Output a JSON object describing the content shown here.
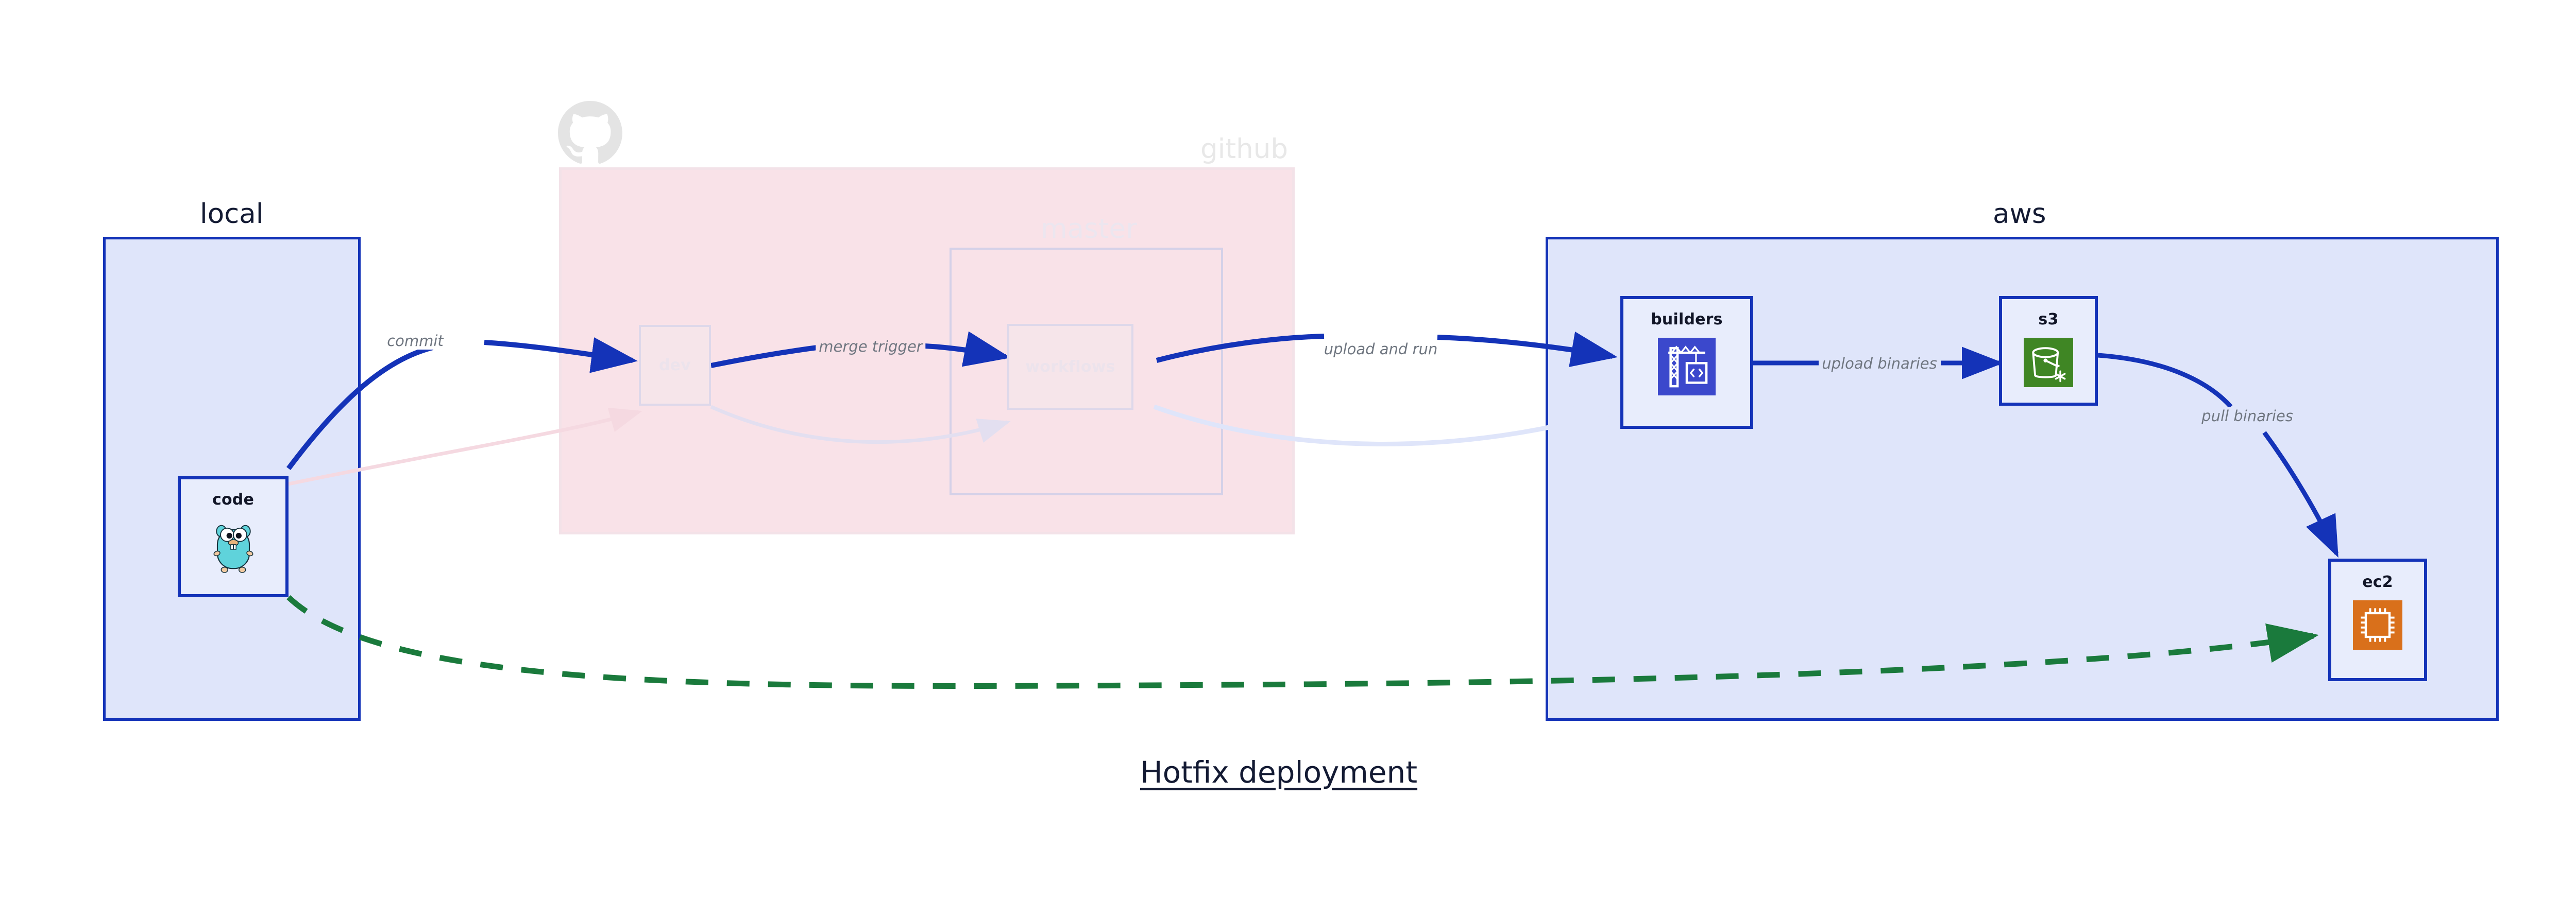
{
  "diagram": {
    "title": "Hotfix deployment",
    "background": "#ffffff",
    "accent_blue": "#1433b8",
    "cluster_blue_fill": "#dfe5fa",
    "cluster_pink_fill": "#f9e2e8",
    "node_fill": "#e8edfc",
    "edge_label_color": "#6f7680",
    "dashed_edge_color": "#1a7a3c"
  },
  "clusters": [
    {
      "id": "local",
      "label": "local",
      "style": "active-blue",
      "logo": null
    },
    {
      "id": "github",
      "label": "github",
      "style": "faded-pink",
      "logo": "github-octocat-icon"
    },
    {
      "id": "master",
      "label": "master",
      "style": "faded-outline"
    },
    {
      "id": "aws",
      "label": "aws",
      "style": "active-blue",
      "logo": null
    }
  ],
  "nodes": [
    {
      "id": "code",
      "label": "code",
      "icon": "go-gopher-icon",
      "cluster": "local",
      "state": "active"
    },
    {
      "id": "dev",
      "label": "dev",
      "icon": null,
      "cluster": "github",
      "state": "faded"
    },
    {
      "id": "workflows",
      "label": "workflows",
      "icon": null,
      "cluster": "master",
      "state": "faded"
    },
    {
      "id": "builders",
      "label": "builders",
      "icon": "aws-codebuild-icon",
      "cluster": "aws",
      "state": "active"
    },
    {
      "id": "s3",
      "label": "s3",
      "icon": "aws-s3-glacier-icon",
      "cluster": "aws",
      "state": "active"
    },
    {
      "id": "ec2",
      "label": "ec2",
      "icon": "aws-ec2-chip-icon",
      "cluster": "aws",
      "state": "active"
    }
  ],
  "edges": [
    {
      "id": "commit",
      "label": "commit",
      "from": "code",
      "to": "dev",
      "style": "solid",
      "color": "#1433b8",
      "state": "active"
    },
    {
      "id": "merge-trigger",
      "label": "merge trigger",
      "from": "dev",
      "to": "workflows",
      "style": "solid",
      "color": "#1433b8",
      "state": "active"
    },
    {
      "id": "upload-and-run",
      "label": "upload and run",
      "from": "workflows",
      "to": "builders",
      "style": "solid",
      "color": "#1433b8",
      "state": "active"
    },
    {
      "id": "upload-binaries",
      "label": "upload binaries",
      "from": "builders",
      "to": "s3",
      "style": "solid",
      "color": "#1433b8",
      "state": "active"
    },
    {
      "id": "pull-binaries",
      "label": "pull binaries",
      "from": "s3",
      "to": "ec2",
      "style": "solid",
      "color": "#1433b8",
      "state": "active"
    },
    {
      "id": "hotfix-direct",
      "label": "",
      "from": "code",
      "to": "ec2",
      "style": "dashed",
      "color": "#1a7a3c",
      "state": "active"
    },
    {
      "id": "ghost-code-dev",
      "label": "",
      "from": "code",
      "to": "dev",
      "style": "solid",
      "color": "#f5d9e1",
      "state": "faded"
    },
    {
      "id": "ghost-dev-wf",
      "label": "",
      "from": "dev",
      "to": "workflows",
      "style": "solid",
      "color": "#e3dff0",
      "state": "faded"
    },
    {
      "id": "ghost-wf-build",
      "label": "",
      "from": "workflows",
      "to": "builders",
      "style": "solid",
      "color": "#e2e7f8",
      "state": "faded"
    }
  ]
}
